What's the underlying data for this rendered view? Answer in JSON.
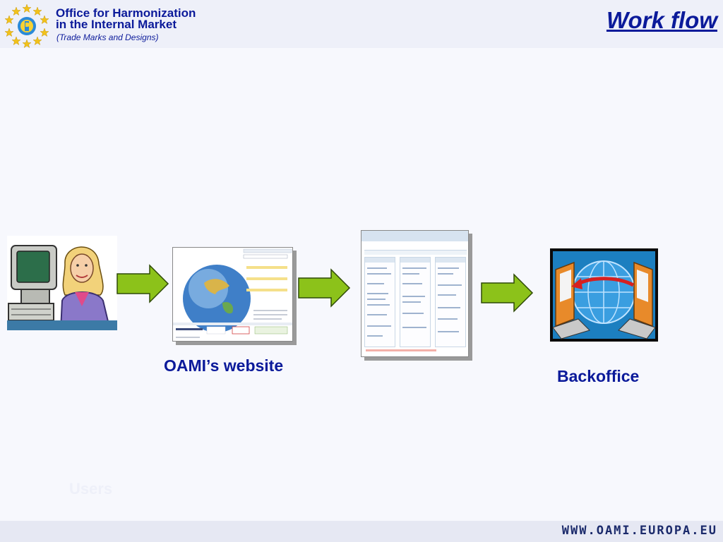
{
  "header": {
    "org_line1": "Office for Harmonization",
    "org_line2": "in the Internal Market",
    "org_sub": "(Trade Marks and Designs)",
    "slide_title": "Work flow",
    "logo_icon": "oami-star-logo-icon"
  },
  "workflow": {
    "users_label": "Users",
    "website_label": "OAMI’s website",
    "backoffice_label": "Backoffice",
    "arrow_color": "#8cc21a"
  },
  "footer": {
    "url": "WWW.OAMI.EUROPA.EU"
  },
  "colors": {
    "title": "#0b1a9a",
    "header_bg": "#eef0f9",
    "page_bg": "#f7f8fd"
  }
}
